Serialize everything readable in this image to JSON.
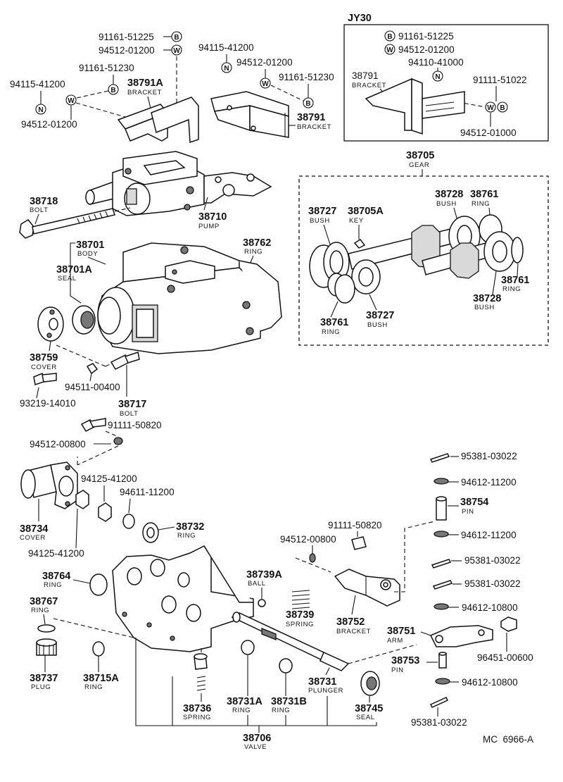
{
  "variant_box": {
    "title": "JY30",
    "codes": [
      "91161-51225",
      "94512-01200",
      "94110-41000",
      "91111-51022",
      "94512-01000"
    ],
    "bracket": {
      "num": "38791",
      "name": "BRACKET"
    },
    "symbols": {
      "b": "B",
      "w": "W",
      "n": "N"
    }
  },
  "top": {
    "c_91161_51225": "91161-51225",
    "c_94512_01200_a": "94512-01200",
    "c_94115_41200_a": "94115-41200",
    "c_94512_01200_b": "94512-01200",
    "c_91161_51230_a": "91161-51230",
    "c_91161_51230_b": "91161-51230",
    "c_94115_41200_b": "94115-41200",
    "c_94512_01200_c": "94512-01200",
    "bracket_a": {
      "num": "38791A",
      "name": "BRACKET"
    },
    "bracket_b": {
      "num": "38791",
      "name": "BRACKET"
    },
    "bolt": {
      "num": "38718",
      "name": "BOLT"
    },
    "pump": {
      "num": "38710",
      "name": "PUMP"
    }
  },
  "gear_group": {
    "gear": {
      "num": "38705",
      "name": "GEAR"
    },
    "bush_1": {
      "num": "38727",
      "name": "BUSH"
    },
    "key": {
      "num": "38705A",
      "name": "KEY"
    },
    "bush_2": {
      "num": "38728",
      "name": "BUSH"
    },
    "ring_1": {
      "num": "38761",
      "name": "RING"
    },
    "ring_2": {
      "num": "38761",
      "name": "RING"
    },
    "bush_3": {
      "num": "38728",
      "name": "BUSH"
    },
    "ring_3": {
      "num": "38761",
      "name": "RING"
    },
    "bush_4": {
      "num": "38727",
      "name": "BUSH"
    }
  },
  "body_group": {
    "body": {
      "num": "38701",
      "name": "BODY"
    },
    "seal": {
      "num": "38701A",
      "name": "SEAL"
    },
    "ring": {
      "num": "38762",
      "name": "RING"
    },
    "cover": {
      "num": "38759",
      "name": "COVER"
    },
    "c_94511_00400": "94511-00400",
    "c_93219_14010": "93219-14010",
    "bolt": {
      "num": "38717",
      "name": "BOLT"
    }
  },
  "valve_group": {
    "c_91111_50820_a": "91111-50820",
    "c_94512_00800_a": "94512-00800",
    "c_94125_41200_a": "94125-41200",
    "c_94611_11200": "94611-11200",
    "cover": {
      "num": "38734",
      "name": "COVER"
    },
    "ring_732": {
      "num": "38732",
      "name": "RING"
    },
    "c_94125_41200_b": "94125-41200",
    "ring_764": {
      "num": "38764",
      "name": "RING"
    },
    "ring_767": {
      "num": "38767",
      "name": "RING"
    },
    "plug": {
      "num": "38737",
      "name": "PLUG"
    },
    "ring_715a": {
      "num": "38715A",
      "name": "RING"
    },
    "spring_736": {
      "num": "38736",
      "name": "SPRING"
    },
    "ring_731a": {
      "num": "38731A",
      "name": "RING"
    },
    "ring_731b": {
      "num": "38731B",
      "name": "RING"
    },
    "plunger": {
      "num": "38731",
      "name": "PLUNGER"
    },
    "seal": {
      "num": "38745",
      "name": "SEAL"
    },
    "valve": {
      "num": "38706",
      "name": "VALVE"
    },
    "ball": {
      "num": "38739A",
      "name": "BALL"
    },
    "spring_739": {
      "num": "38739",
      "name": "SPRING"
    },
    "c_94512_00800_b": "94512-00800",
    "c_91111_50820_b": "91111-50820",
    "bracket": {
      "num": "38752",
      "name": "BRACKET"
    },
    "arm": {
      "num": "38751",
      "name": "ARM"
    },
    "pin_753": {
      "num": "38753",
      "name": "PIN"
    }
  },
  "linkage_group": {
    "c_95381_03022_a": "95381-03022",
    "c_94612_11200_a": "94612-11200",
    "pin_754": {
      "num": "38754",
      "name": "PIN"
    },
    "c_94612_11200_b": "94612-11200",
    "c_95381_03022_b": "95381-03022",
    "c_95381_03022_c": "95381-03022",
    "c_94612_10800_a": "94612-10800",
    "c_96451_00600": "96451-00600",
    "c_94612_10800_b": "94612-10800",
    "c_95381_03022_d": "95381-03022"
  },
  "footer": {
    "ref": "MC  6966-A"
  }
}
